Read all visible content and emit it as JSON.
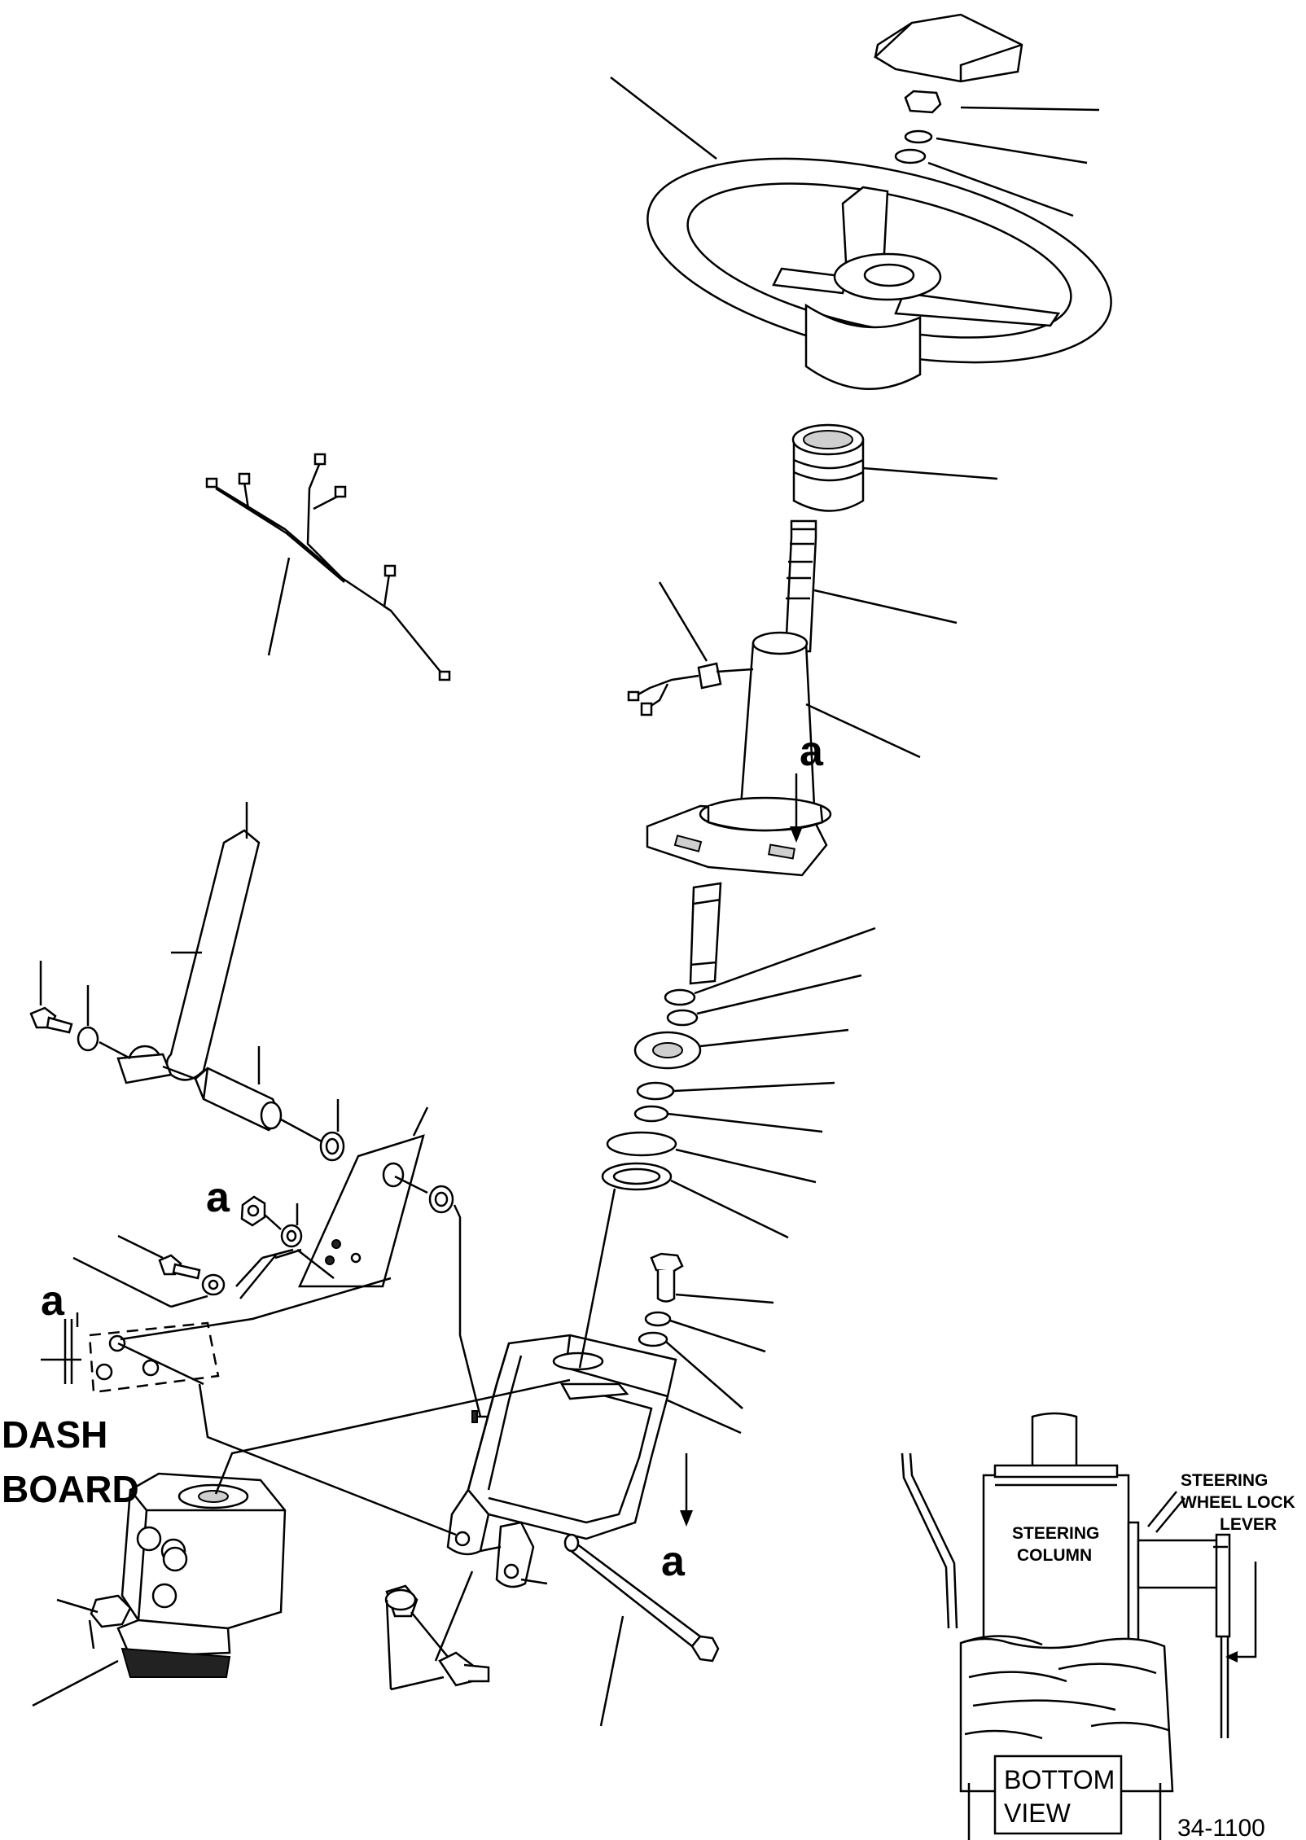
{
  "labels": {
    "dash_board_line1": "DASH",
    "dash_board_line2": "BOARD",
    "ref_a_column": "a",
    "ref_a_nut": "a",
    "ref_a_dashboard": "a",
    "ref_a_bracket": "a",
    "steering_wheel_lock_line1": "STEERING",
    "steering_wheel_lock_line2": "WHEEL LOCK",
    "steering_wheel_lock_line3": "LEVER",
    "steering_column_line1": "STEERING",
    "steering_column_line2": "COLUMN",
    "bottom_view_line1": "BOTTOM",
    "bottom_view_line2": "VIEW",
    "figure_number": "34-1100"
  },
  "colors": {
    "ink": "#000000",
    "paper": "#ffffff",
    "shade": "#cfcfcf"
  }
}
